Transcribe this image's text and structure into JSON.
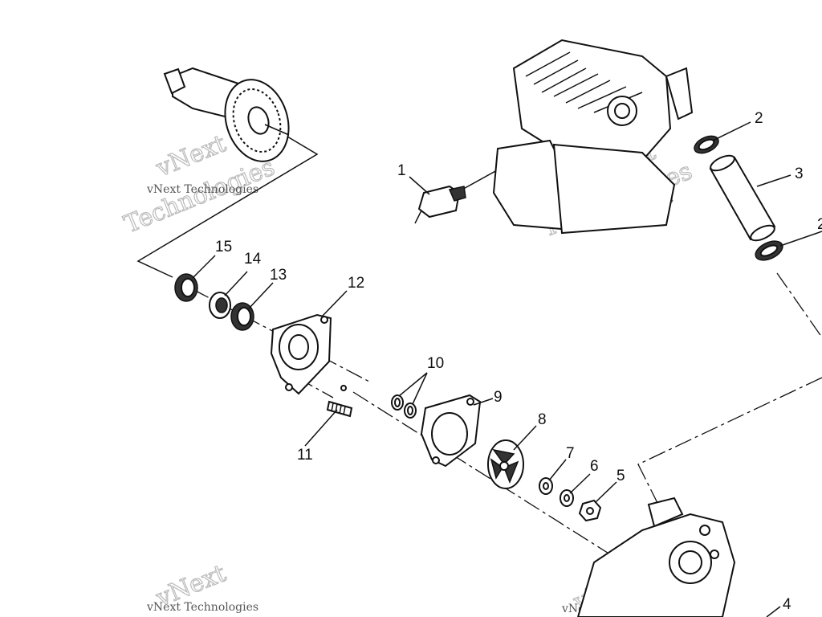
{
  "diagram": {
    "callouts": [
      "1",
      "2",
      "3",
      "4",
      "5",
      "6",
      "7",
      "8",
      "9",
      "10",
      "11",
      "12",
      "13",
      "14",
      "15"
    ],
    "watermark_small": "vNext Technologies",
    "watermark_big_1": "vNext",
    "watermark_big_2": "Technologies"
  }
}
